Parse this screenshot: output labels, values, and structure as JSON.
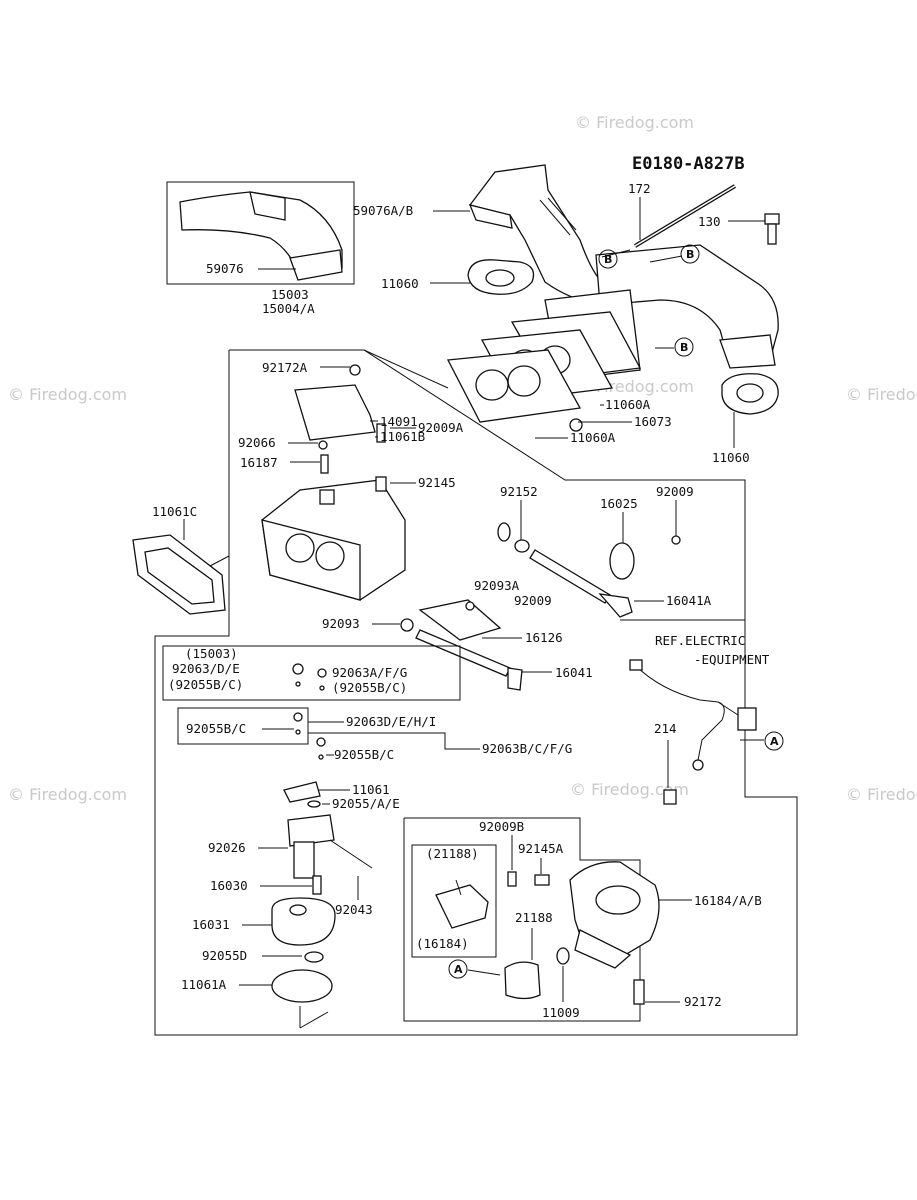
{
  "diagram_code": "E0180-A827B",
  "watermark": "© Firedog.com",
  "ref_electric_line1": "REF.ELECTRIC",
  "ref_electric_line2": "-EQUIPMENT",
  "callout_letters": {
    "a": "A",
    "b": "B"
  },
  "labels": {
    "p59076ab": "59076A/B",
    "p59076": "59076",
    "p172": "172",
    "p130": "130",
    "p11060_top": "11060",
    "p15003": "15003",
    "p15004a": "15004/A",
    "p92172a": "92172A",
    "p14091": "14091",
    "p11061b": "11061B",
    "p92066": "92066",
    "p16187": "16187",
    "p92009a": "92009A",
    "p92145": "92145",
    "p16073": "16073",
    "p11060a_1": "11060A",
    "p11060a_2": "11060A",
    "p11060_right": "11060",
    "p11061c": "11061C",
    "p92152": "92152",
    "p16025": "16025",
    "p92009_r": "92009",
    "p92093a": "92093A",
    "p92009_mid": "92009",
    "p16041a": "16041A",
    "p92093": "92093",
    "p16126": "16126",
    "p15003_paren": "(15003)",
    "p92063de": "92063/D/E",
    "p92063afg": "92063A/F/G",
    "p92055bc_paren": "(92055B/C)",
    "p92055bc_paren2": "(92055B/C)",
    "p16041": "16041",
    "p214": "214",
    "p92055bc_a": "92055B/C",
    "p92063dehi": "92063D/E/H/I",
    "p92055bc_b": "92055B/C",
    "p92063bcfg": "92063B/C/F/G",
    "p11061": "11061",
    "p92055ae": "92055/A/E",
    "p92026": "92026",
    "p92043": "92043",
    "p16030": "16030",
    "p16031": "16031",
    "p92055d": "92055D",
    "p11061a": "11061A",
    "p92009b": "92009B",
    "p21188_paren": "(21188)",
    "p92145a": "92145A",
    "p16184ab": "16184/A/B",
    "p21188": "21188",
    "p16184_paren": "(16184)",
    "p11009": "11009",
    "p92172": "92172"
  },
  "colors": {
    "line": "#111111",
    "background": "#ffffff",
    "watermark": "#c9c9c9",
    "part_fill": "#e6e6e6"
  }
}
